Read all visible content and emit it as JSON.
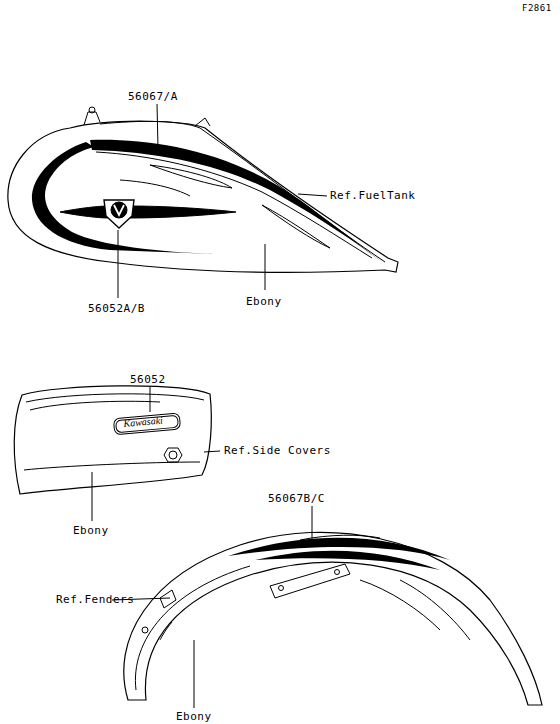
{
  "diagram": {
    "labels": [
      "F2861",
      "56067/A",
      "Ref.FuelTank",
      "56052A/B",
      "Ebony",
      "56052",
      "Kawasaki",
      "Ref.Side Covers",
      "Ebony",
      "56067B/C",
      "Ref.Fenders",
      "Ebony"
    ]
  }
}
